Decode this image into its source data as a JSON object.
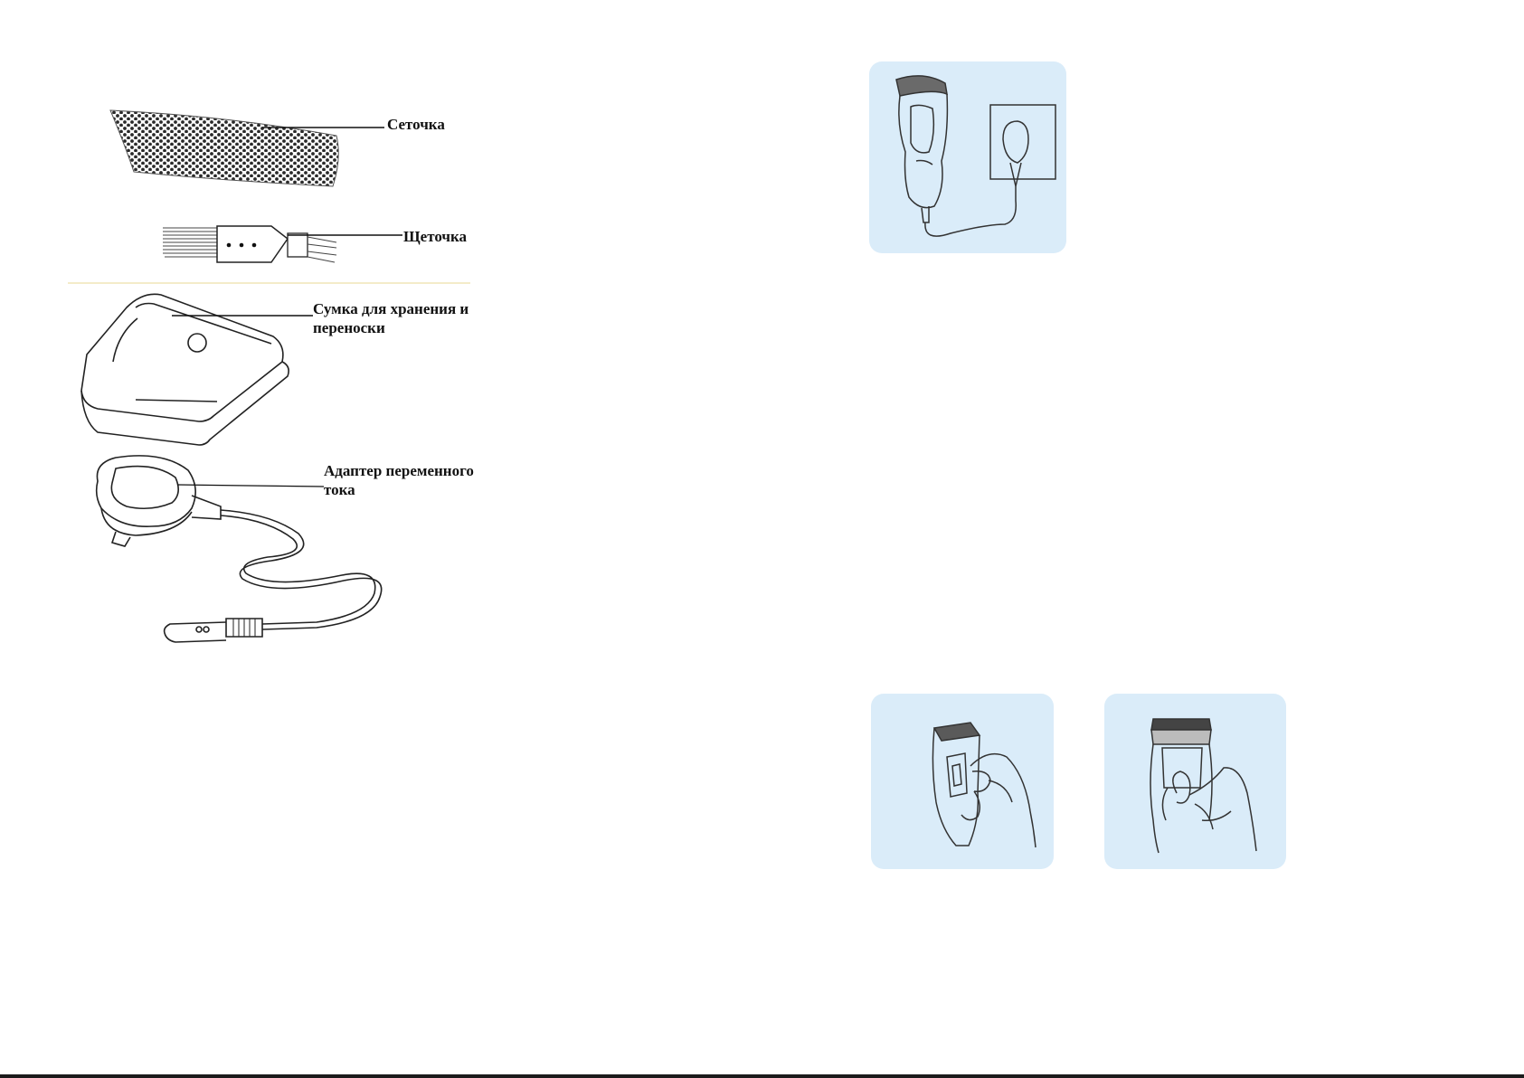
{
  "left_page": {
    "labels": {
      "foil": "Сеточка",
      "brush": "Щеточка",
      "pouch": "Сумка для хранения и\nпереноски",
      "adapter": "Адаптер переменного\nтока"
    }
  },
  "colors": {
    "panel_bg": "#daecf9",
    "ink": "#111111",
    "bottom_rule": "#1b1b1b"
  },
  "icons": {
    "foil": "shaver-foil-illustration",
    "brush": "cleaning-brush-illustration",
    "pouch": "storage-pouch-illustration",
    "adapter": "ac-adapter-illustration",
    "charging": "shaver-charging-illustration",
    "foil_removal": "foil-removal-illustration",
    "foil_cleaning": "foil-cleaning-illustration"
  }
}
